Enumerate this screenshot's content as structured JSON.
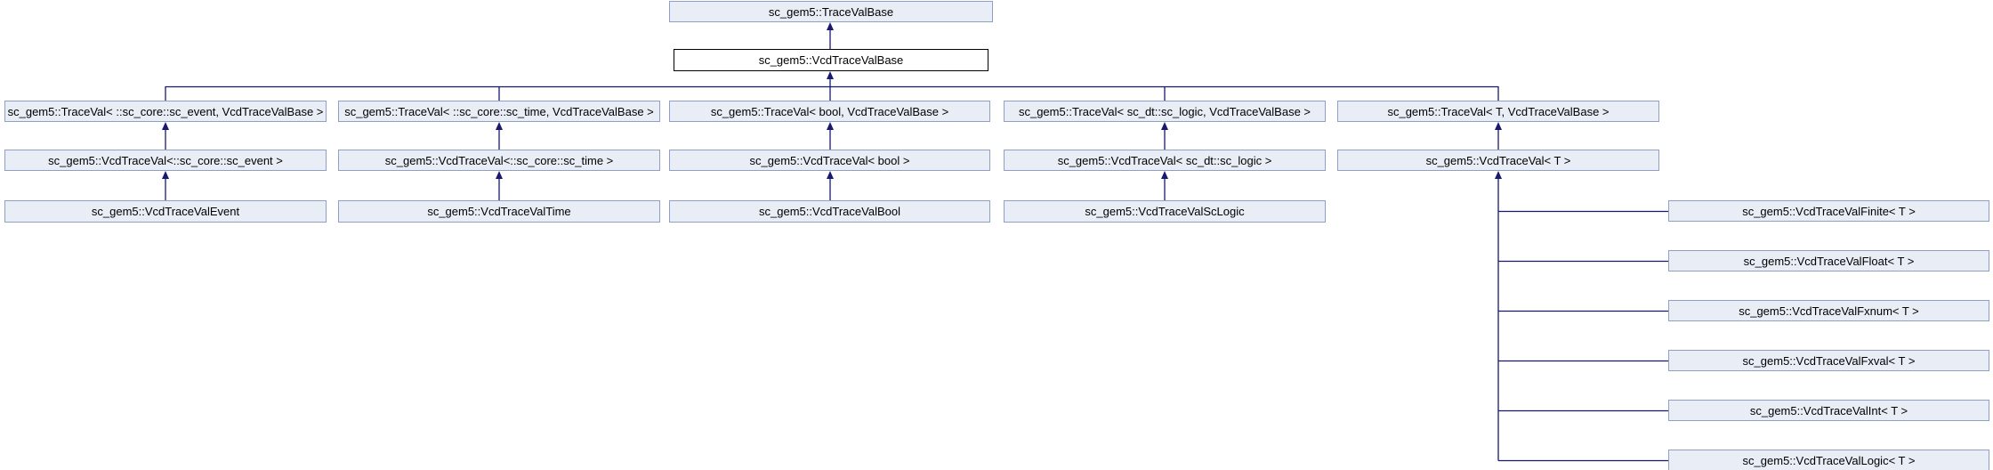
{
  "diagram": {
    "type": "class-inheritance-graph",
    "colors": {
      "node_fill": "#e9edf6",
      "node_border": "#8fa0c4",
      "current_node_fill": "#ffffff",
      "current_node_border": "#000000",
      "edge": "#191970",
      "background": "#ffffff"
    },
    "nodes": {
      "trace_val_base": {
        "label": "sc_gem5::TraceValBase"
      },
      "vcd_trace_val_base": {
        "label": "sc_gem5::VcdTraceValBase"
      },
      "trace_val_event": {
        "label": "sc_gem5::TraceVal< ::sc_core::sc_event, VcdTraceValBase >"
      },
      "trace_val_time": {
        "label": "sc_gem5::TraceVal< ::sc_core::sc_time, VcdTraceValBase >"
      },
      "trace_val_bool": {
        "label": "sc_gem5::TraceVal< bool, VcdTraceValBase >"
      },
      "trace_val_sclogic": {
        "label": "sc_gem5::TraceVal< sc_dt::sc_logic, VcdTraceValBase >"
      },
      "trace_val_t": {
        "label": "sc_gem5::TraceVal< T, VcdTraceValBase >"
      },
      "vcd_event": {
        "label": "sc_gem5::VcdTraceVal<::sc_core::sc_event >"
      },
      "vcd_time": {
        "label": "sc_gem5::VcdTraceVal<::sc_core::sc_time >"
      },
      "vcd_bool": {
        "label": "sc_gem5::VcdTraceVal< bool >"
      },
      "vcd_sclogic": {
        "label": "sc_gem5::VcdTraceVal< sc_dt::sc_logic >"
      },
      "vcd_t": {
        "label": "sc_gem5::VcdTraceVal< T >"
      },
      "val_event": {
        "label": "sc_gem5::VcdTraceValEvent"
      },
      "val_time": {
        "label": "sc_gem5::VcdTraceValTime"
      },
      "val_bool": {
        "label": "sc_gem5::VcdTraceValBool"
      },
      "val_sclogic": {
        "label": "sc_gem5::VcdTraceValScLogic"
      },
      "val_finite": {
        "label": "sc_gem5::VcdTraceValFinite< T >"
      },
      "val_float": {
        "label": "sc_gem5::VcdTraceValFloat< T >"
      },
      "val_fxnum": {
        "label": "sc_gem5::VcdTraceValFxnum< T >"
      },
      "val_fxval": {
        "label": "sc_gem5::VcdTraceValFxval< T >"
      },
      "val_int": {
        "label": "sc_gem5::VcdTraceValInt< T >"
      },
      "val_logic": {
        "label": "sc_gem5::VcdTraceValLogic< T >"
      }
    },
    "edges": [
      {
        "from": "vcd_trace_val_base",
        "to": "trace_val_base"
      },
      {
        "from": "trace_val_event",
        "to": "vcd_trace_val_base"
      },
      {
        "from": "trace_val_time",
        "to": "vcd_trace_val_base"
      },
      {
        "from": "trace_val_bool",
        "to": "vcd_trace_val_base"
      },
      {
        "from": "trace_val_sclogic",
        "to": "vcd_trace_val_base"
      },
      {
        "from": "trace_val_t",
        "to": "vcd_trace_val_base"
      },
      {
        "from": "vcd_event",
        "to": "trace_val_event"
      },
      {
        "from": "vcd_time",
        "to": "trace_val_time"
      },
      {
        "from": "vcd_bool",
        "to": "trace_val_bool"
      },
      {
        "from": "vcd_sclogic",
        "to": "trace_val_sclogic"
      },
      {
        "from": "vcd_t",
        "to": "trace_val_t"
      },
      {
        "from": "val_event",
        "to": "vcd_event"
      },
      {
        "from": "val_time",
        "to": "vcd_time"
      },
      {
        "from": "val_bool",
        "to": "vcd_bool"
      },
      {
        "from": "val_sclogic",
        "to": "vcd_sclogic"
      },
      {
        "from": "val_finite",
        "to": "vcd_t"
      },
      {
        "from": "val_float",
        "to": "vcd_t"
      },
      {
        "from": "val_fxnum",
        "to": "vcd_t"
      },
      {
        "from": "val_fxval",
        "to": "vcd_t"
      },
      {
        "from": "val_int",
        "to": "vcd_t"
      },
      {
        "from": "val_logic",
        "to": "vcd_t"
      }
    ]
  }
}
